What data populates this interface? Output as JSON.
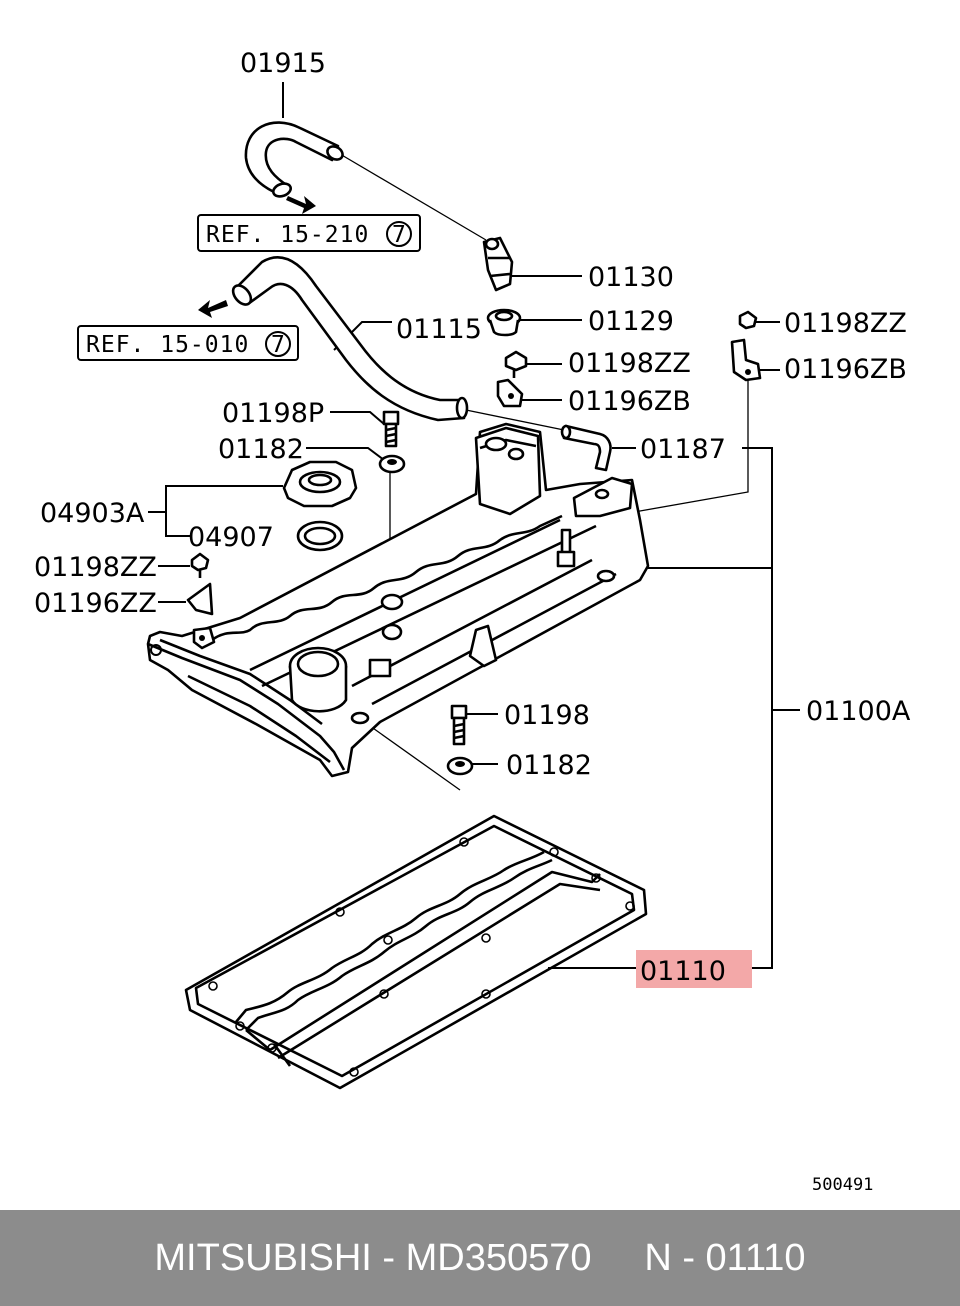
{
  "diagram": {
    "labels": {
      "p01915": "01915",
      "p01130": "01130",
      "p01129": "01129",
      "p01115": "01115",
      "p01198ZZ_r": "01198ZZ",
      "p01196ZB_r": "01196ZB",
      "p01198ZZ_m": "01198ZZ",
      "p01196ZB_m": "01196ZB",
      "p01198P": "01198P",
      "p01182_t": "01182",
      "p01187": "01187",
      "p04903A": "04903A",
      "p04907": "04907",
      "p01198ZZ_l": "01198ZZ",
      "p01196ZZ": "01196ZZ",
      "p01100A": "01100A",
      "p01198": "01198",
      "p01182_b": "01182",
      "p01110": "01110"
    },
    "refs": {
      "ref1_text": "REF. 15-210",
      "ref1_num": "7",
      "ref2_text": "REF. 15-010",
      "ref2_num": "7"
    },
    "image_code": "500491",
    "highlight_color": "#f3a8a8"
  },
  "footer": {
    "caption": "MITSUBISHI - MD350570     N - 01110"
  }
}
